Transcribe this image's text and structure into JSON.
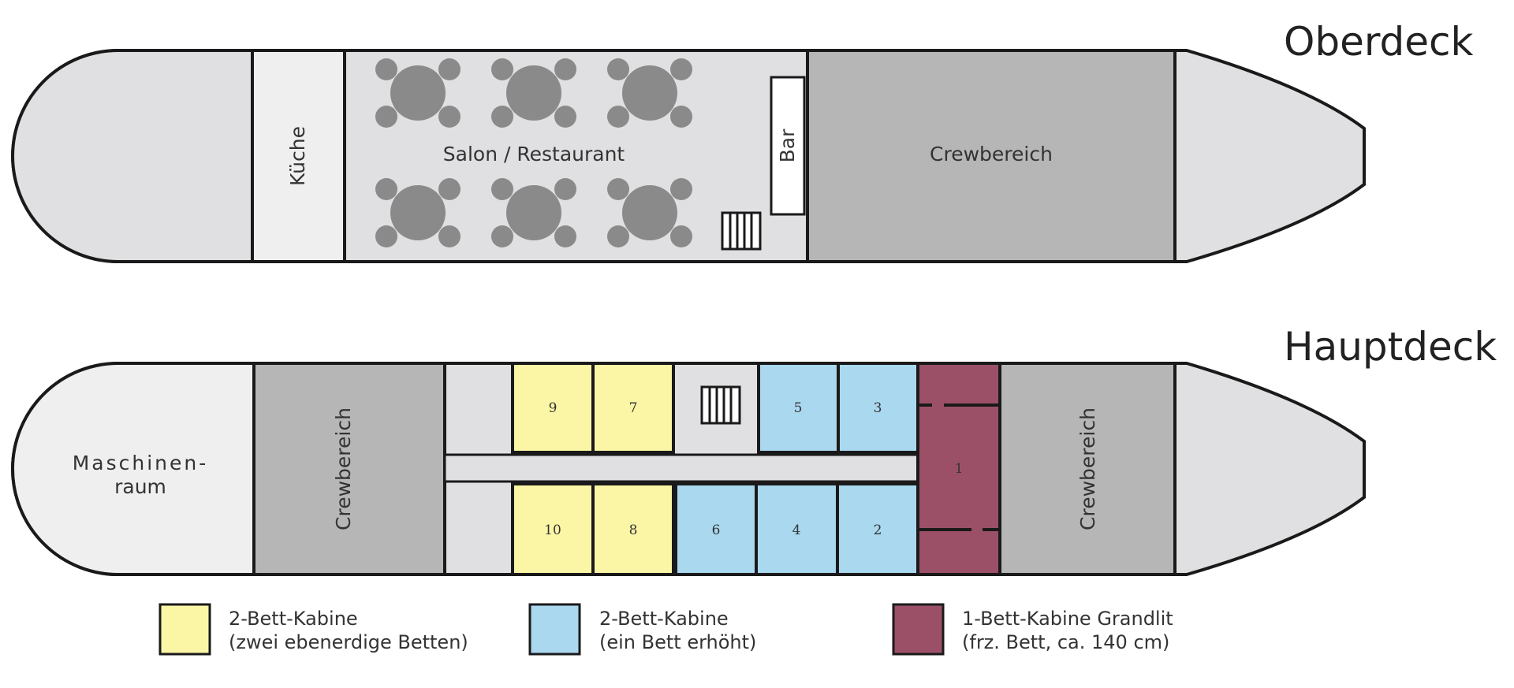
{
  "oberdeck": {
    "title": "Oberdeck",
    "kueche": "Küche",
    "salon": "Salon / Restaurant",
    "bar": "Bar",
    "crew": "Crewbereich"
  },
  "hauptdeck": {
    "title": "Hauptdeck",
    "maschinen_line1": "Maschinen-",
    "maschinen_line2": "raum",
    "crew_left": "Crewbereich",
    "crew_right": "Crewbereich",
    "cabins": {
      "c9": "9",
      "c7": "7",
      "c5": "5",
      "c3": "3",
      "c10": "10",
      "c8": "8",
      "c6": "6",
      "c4": "4",
      "c2": "2",
      "c1": "1"
    }
  },
  "legend": [
    {
      "line1": "2-Bett-Kabine",
      "line2": "(zwei ebenerdige Betten)",
      "color": "#fbf6a6"
    },
    {
      "line1": "2-Bett-Kabine",
      "line2": "(ein Bett erhöht)",
      "color": "#a9d8ef"
    },
    {
      "line1": "1-Bett-Kabine Grandlit",
      "line2": "(frz. Bett, ca. 140 cm)",
      "color": "#9c5068"
    }
  ],
  "colors": {
    "hull": "#e0dfe1",
    "light_room": "#efefef",
    "crew": "#b6b6b6",
    "tables": "#8a8a8a",
    "yellow": "#fbf6a6",
    "blue": "#a9d8ef",
    "maroon": "#9c5068"
  }
}
